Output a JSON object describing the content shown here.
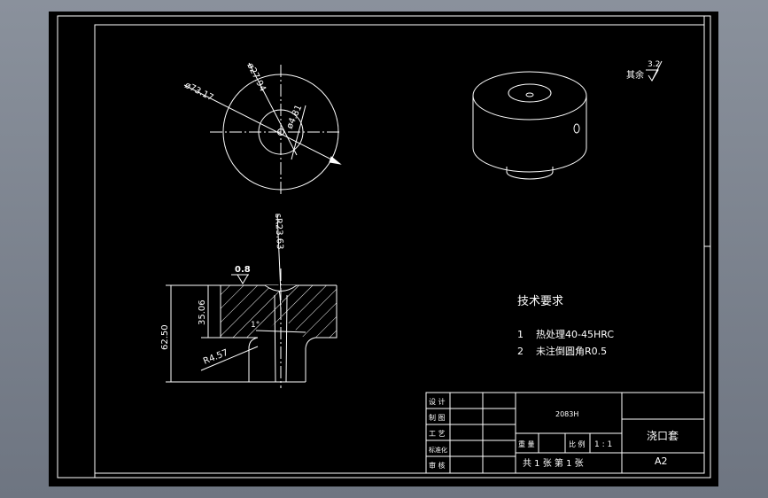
{
  "dimensions": {
    "outer_dia": "ø73.17",
    "inner_dia": "ø27.94",
    "hole_dia": "ø4.81",
    "sphere_radius": "sR23.63",
    "height_total": "62.50",
    "height_upper": "35.06",
    "fillet": "R4.57",
    "taper": "1°"
  },
  "surface": {
    "roughness_top": "0.8",
    "general_label": "其余",
    "general_value": "3.2"
  },
  "tech": {
    "title": "技术要求",
    "items": [
      {
        "num": "1",
        "text": "热处理40-45HRC"
      },
      {
        "num": "2",
        "text": "未注倒圆角R0.5"
      }
    ]
  },
  "title_block": {
    "design": "设 计",
    "draw": "制 图",
    "process": "工 艺",
    "standard": "标准化",
    "approve": "审 核",
    "drawing_no": "2083H",
    "weight_label": "重 量",
    "scale_label": "比 例",
    "scale_value": "1 : 1",
    "sheets": "共 1 张   第 1 张",
    "part_name": "浇口套",
    "material": "A2"
  }
}
